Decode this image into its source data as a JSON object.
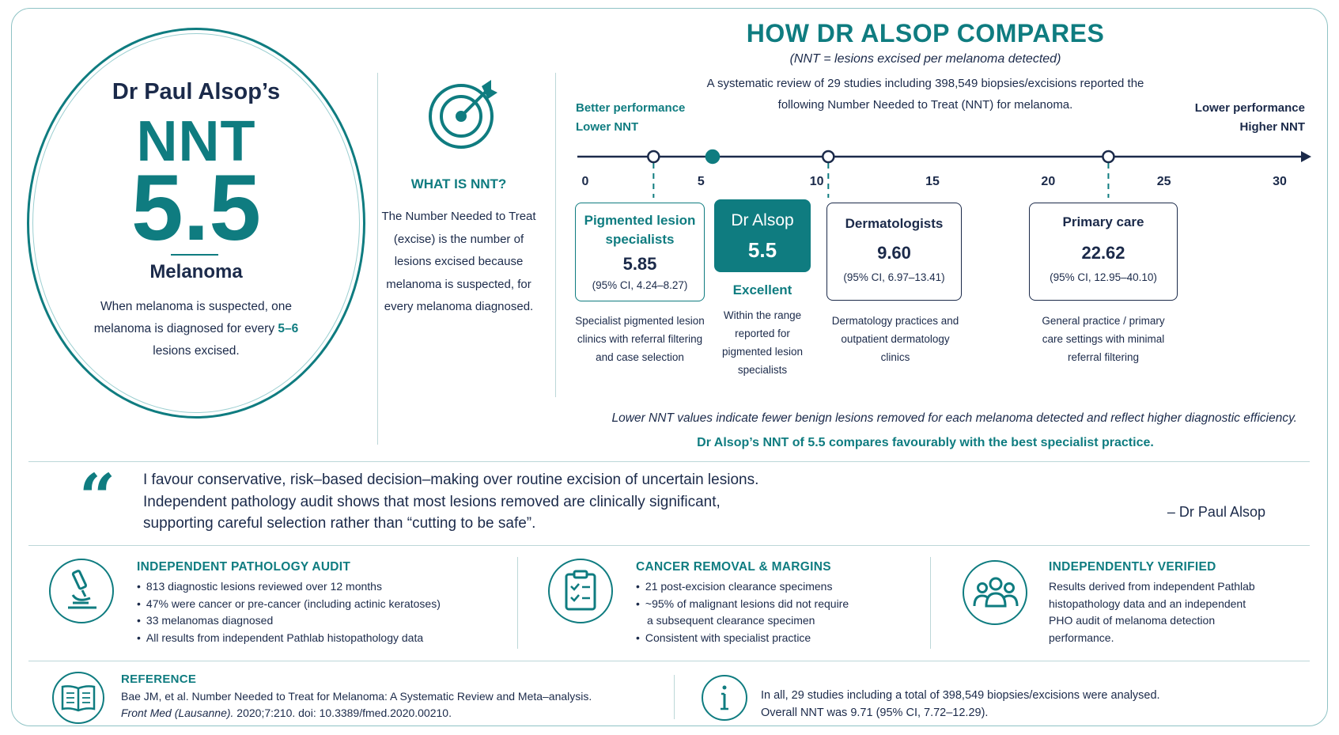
{
  "profile": {
    "name": "Dr Paul Alsop’s",
    "metric": "NNT",
    "value": "5.5",
    "condition": "Melanoma",
    "description_pre": "When melanoma is suspected, one melanoma is diagnosed for every ",
    "description_highlight": "5–6",
    "description_post": " lesions excised."
  },
  "what_is": {
    "title": "WHAT IS NNT?",
    "description": "The Number Needed to Treat (excise) is the number of lesions excised because melanoma is suspected, for every melanoma diagnosed."
  },
  "compare": {
    "title": "HOW DR ALSOP COMPARES",
    "subtitle": "(NNT = lesions excised per melanoma detected)",
    "description": "A systematic review of 29 studies including 398,549 biopsies/excisions reported the following Number Needed to Treat (NNT) for melanoma.",
    "better_label": "Better performance",
    "better_sub": "Lower NNT",
    "lower_label": "Lower performance",
    "lower_sub": "Higher NNT",
    "scale_ticks": [
      "0",
      "5",
      "10",
      "15",
      "20",
      "25",
      "30"
    ],
    "scale_min": 0,
    "scale_max": 30,
    "markers": [
      {
        "value": 2.95,
        "filled": false
      },
      {
        "value": 5.5,
        "filled": true
      },
      {
        "value": 10.5,
        "filled": false
      },
      {
        "value": 22.6,
        "filled": false
      }
    ],
    "cards": [
      {
        "name": "Pigmented lesion specialists",
        "value": "5.85",
        "ci": "(95% CI, 4.24–8.27)",
        "note": "Specialist pigmented lesion clinics with referral filtering and case selection"
      },
      {
        "name": "Dr Alsop",
        "value": "5.5",
        "rating": "Excellent",
        "note": "Within the range reported for pigmented lesion specialists"
      },
      {
        "name": "Dermatologists",
        "value": "9.60",
        "ci": "(95% CI, 6.97–13.41)",
        "note": "Dermatology practices and outpatient dermatology clinics"
      },
      {
        "name": "Primary care",
        "value": "22.62",
        "ci": "(95% CI, 12.95–40.10)",
        "note": "General practice / primary care settings with minimal referral filtering"
      }
    ],
    "footnote": "Lower NNT values indicate fewer benign lesions removed for each melanoma detected and reflect higher diagnostic efficiency.",
    "conclusion": "Dr Alsop’s NNT of 5.5 compares favourably with the best specialist practice."
  },
  "quote": {
    "mark": "“",
    "lines": [
      "I favour conservative, risk–based decision–making over routine excision of uncertain lesions.",
      "Independent pathology audit shows that most lesions removed are clinically significant,",
      "supporting careful selection rather than “cutting to be safe”."
    ],
    "author": "– Dr Paul Alsop"
  },
  "audit": {
    "icon": "microscope-icon",
    "title": "INDEPENDENT PATHOLOGY AUDIT",
    "items": [
      "813 diagnostic lesions reviewed over 12 months",
      "47% were cancer or pre-cancer (including actinic keratoses)",
      "33 melanomas diagnosed",
      "All results from independent Pathlab histopathology data"
    ]
  },
  "removal": {
    "icon": "clipboard-checklist-icon",
    "title": "CANCER REMOVAL & MARGINS",
    "items": [
      "21 post-excision clearance specimens",
      "~95% of malignant lesions did not require",
      "a subsequent clearance specimen",
      "Consistent with specialist practice"
    ]
  },
  "verified": {
    "icon": "group-people-icon",
    "title": "INDEPENDENTLY VERIFIED",
    "lines": [
      "Results derived from independent Pathlab",
      "histopathology data and an independent",
      "PHO audit of melanoma detection",
      "performance."
    ]
  },
  "reference": {
    "icon": "open-book-icon",
    "title": "REFERENCE",
    "line1": "Bae JM, et al. Number Needed to Treat for Melanoma: A Systematic Review and Meta–analysis.",
    "journal": "Front Med (Lausanne).",
    "line2_rest": " 2020;7:210. doi: 10.3389/fmed.2020.00210."
  },
  "info": {
    "icon": "info-icon",
    "line1": "In all, 29 studies including a total of 398,549 biopsies/excisions were analysed.",
    "line2": "Overall NNT was 9.71 (95% CI, 7.72–12.29)."
  },
  "colors": {
    "teal": "#0f7c80",
    "navy": "#1b2a4a",
    "border": "#8fc3c5"
  }
}
